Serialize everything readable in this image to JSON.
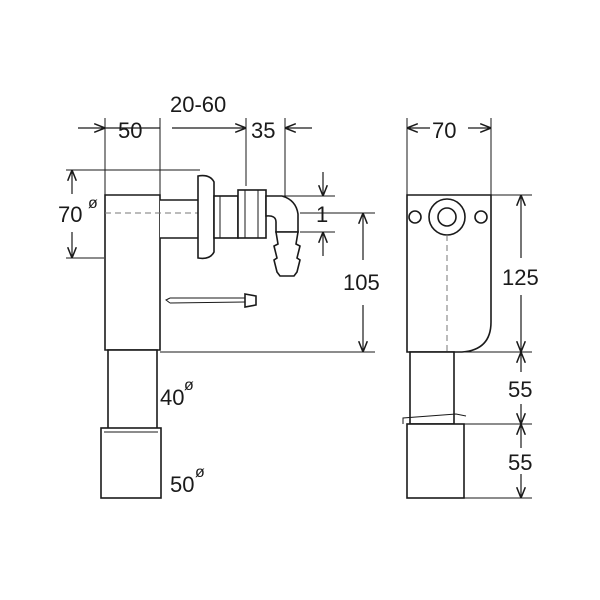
{
  "dimensions": {
    "width_50": "50",
    "range_20_60": "20-60",
    "width_35": "35",
    "dia_70": "70",
    "dia_symbol": "ø",
    "gap_1": "1",
    "height_105": "105",
    "dia_40": "40",
    "dia_50": "50",
    "right_width_70": "70",
    "height_125": "125",
    "height_55_upper": "55",
    "height_55_lower": "55"
  },
  "colors": {
    "line": "#1a1a1a",
    "background": "#ffffff"
  }
}
